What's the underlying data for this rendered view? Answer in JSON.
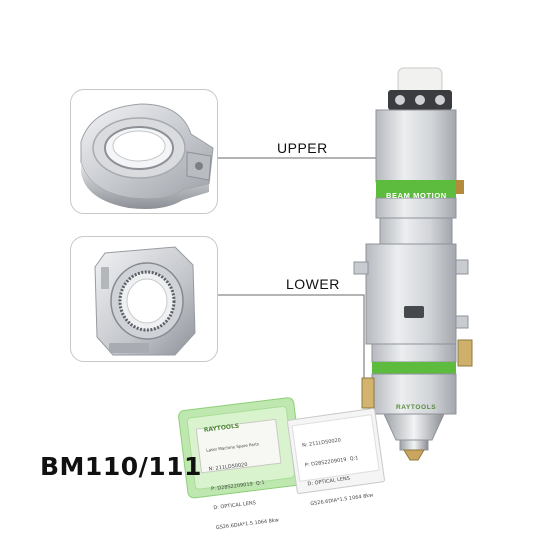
{
  "labels": {
    "upper": "UPPER",
    "lower": "LOWER",
    "model": "BM110/111"
  },
  "cutting_head": {
    "brand_band": "BEAM MOTION",
    "nozzle_brand": "RAYTOOLS"
  },
  "package_green": {
    "brand": "RAYTOOLS",
    "subtitle": "Laser Machine Spare Parts",
    "lines": [
      "N: 211LDS0020",
      "P: D28S2209019  Q:1",
      "D: OPTICAL LENS",
      "GS26.6DIA*1.5 1064 8kw"
    ]
  },
  "package_white": {
    "lines": [
      "N: 211LDS0020",
      "P: D28S2209019  Q:1",
      "D: OPTICAL LENS",
      "GS26.6DIA*1.5 1064 8kw"
    ]
  },
  "colors": {
    "accent_green": "#5dbb3e",
    "leader_red": "#e23a3a",
    "leader_line": "#6a6a6a",
    "thumb_border": "#c8c8c8"
  }
}
